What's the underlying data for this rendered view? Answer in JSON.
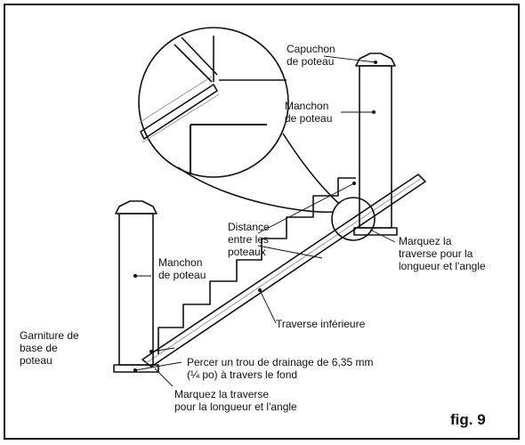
{
  "labels": {
    "post_cap": [
      "Capuchon",
      "de poteau"
    ],
    "post_sleeve_right": [
      "Manchon",
      "de poteau"
    ],
    "distance": [
      "Distance",
      "entre les",
      "poteaux"
    ],
    "mark_right": [
      "Marquez la",
      "traverse pour la",
      "longueur et l'angle"
    ],
    "post_sleeve_left": [
      "Manchon",
      "de poteau"
    ],
    "bottom_rail": "Traverse inférieure",
    "base_trim": [
      "Garniture de",
      "base de",
      "poteau"
    ],
    "drain": [
      "Percer un trou de drainage de 6,35 mm",
      "(¼ po) à travers le fond"
    ],
    "mark_left": [
      "Marquez la traverse",
      "pour la longueur et l'angle"
    ]
  },
  "figure_label": "fig. 9"
}
